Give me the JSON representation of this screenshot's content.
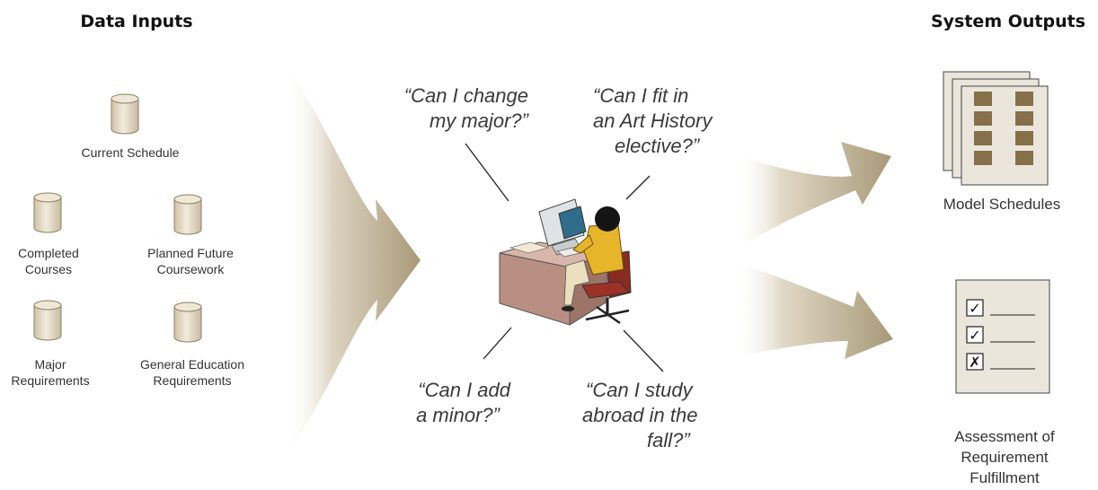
{
  "headers": {
    "inputs": "Data Inputs",
    "outputs": "System Outputs"
  },
  "inputs": {
    "current_schedule": [
      "Current Schedule"
    ],
    "completed_courses": [
      "Completed",
      "Courses"
    ],
    "planned_future": [
      "Planned Future",
      "Coursework"
    ],
    "major_requirements": [
      "Major",
      "Requirements"
    ],
    "general_education": [
      "General Education",
      "Requirements"
    ]
  },
  "questions": {
    "change_major": [
      "“Can I change",
      "my major?”"
    ],
    "art_history": [
      "“Can I fit in",
      "an Art History",
      "elective?”"
    ],
    "add_minor": [
      "“Can I add",
      "a minor?”"
    ],
    "study_abroad": [
      "“Can I study",
      "abroad in the",
      "fall?”"
    ]
  },
  "outputs": {
    "model_schedules": [
      "Model Schedules"
    ],
    "assessment": [
      "Assessment of",
      "Requirement",
      "Fulfillment"
    ],
    "checklist_marks": [
      "✓",
      "✓",
      "✗"
    ]
  },
  "colors": {
    "arrow": "#a89978",
    "cylinder": "#e2d8c0",
    "schedule_block": "#86704a",
    "desk": "#b88f82",
    "shirt": "#e6b52a",
    "chair": "#8a2a22"
  }
}
